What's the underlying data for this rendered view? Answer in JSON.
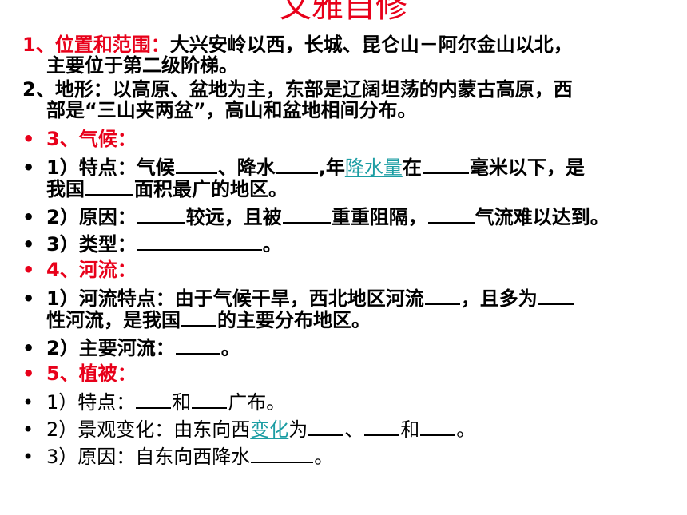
{
  "title": "文雅自修",
  "s1": {
    "label": "1、位置和范围：",
    "text_a": "大兴安岭以西，长城、昆仑山－阿尔金山以北，",
    "text_b": "主要位于第二级阶梯。"
  },
  "s2": {
    "text_a": "2、地形：以高原、盆地为主，东部是辽阔坦荡的内蒙古高原，西",
    "text_b": "部是“三山夹两盆”，高山和盆地相间分布。"
  },
  "bullet": "•",
  "s3": {
    "heading": "3、气候：",
    "l1": {
      "a": "1）特点：气候",
      "b": "、降水",
      "c": ",年",
      "link": "降水量",
      "d": "在",
      "e": "毫米以下，是",
      "f": "我国",
      "g": "面积最广的地区。"
    },
    "l2": {
      "a": "2）原因：",
      "b": "较远，且被",
      "c": "重重阻隔，",
      "d": "气流难以达到。"
    },
    "l3": {
      "a": "3）类型：",
      "b": "。"
    }
  },
  "s4": {
    "heading": "4、河流：",
    "l1": {
      "a": "1）河流特点：由于气候干旱，西北地区河流",
      "b": "，且多为",
      "c": "性河流，是我国",
      "d": "的主要分布地区。"
    },
    "l2": {
      "a": "2）主要河流：",
      "b": "。"
    }
  },
  "s5": {
    "heading": "5、植被：",
    "l1": {
      "a": "1）特点：",
      "b": "和",
      "c": "广布。"
    },
    "l2": {
      "a": "2）景观变化：由东向西",
      "link": "变化",
      "b": "为",
      "c": "、",
      "d": "和",
      "e": "。"
    },
    "l3": {
      "a": "3）原因：自东向西降水",
      "b": "。"
    }
  }
}
